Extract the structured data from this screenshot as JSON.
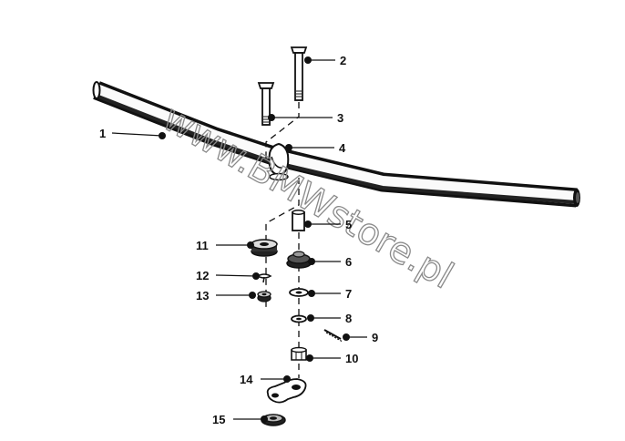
{
  "watermark": "www.BMWstore.pl",
  "callouts": [
    {
      "number": "1"
    },
    {
      "number": "2"
    },
    {
      "number": "3"
    },
    {
      "number": "4"
    },
    {
      "number": "5"
    },
    {
      "number": "6"
    },
    {
      "number": "7"
    },
    {
      "number": "8"
    },
    {
      "number": "9"
    },
    {
      "number": "10"
    },
    {
      "number": "11"
    },
    {
      "number": "12"
    },
    {
      "number": "13"
    },
    {
      "number": "14"
    },
    {
      "number": "15"
    }
  ]
}
